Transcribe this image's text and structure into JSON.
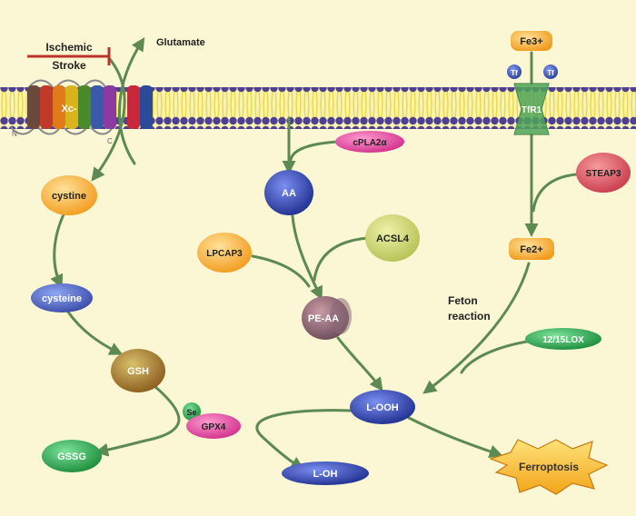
{
  "colors": {
    "background": "#fbf7d4",
    "arrow": "#5d8a52",
    "membrane_head": "#4f3f93",
    "membrane_tail": "#f0e85a",
    "inhibit": "#b8342a"
  },
  "labels": {
    "ischemic": "Ischemic",
    "stroke": "Stroke",
    "glutamate": "Glutamate",
    "xc": "Xc-",
    "tfr1": "TfR1",
    "tf": "Tf",
    "n_term": "N",
    "c_term": "C",
    "fe3": "Fe3+",
    "fe2": "Fe2+",
    "steap3": "STEAP3",
    "cpla2": "cPLA2α",
    "aa": "AA",
    "acsl4": "ACSL4",
    "lpcat3": "LPCAP3",
    "pe_aa": "PE-AA",
    "cystine": "cystine",
    "cysteine": "cysteine",
    "gsh": "GSH",
    "se": "Se",
    "gpx4": "GPX4",
    "gssg": "GSSG",
    "l_ooh": "L-OOH",
    "l_oh": "L-OH",
    "lox": "12/15LOX",
    "feton_1": "Feton",
    "feton_2": "reaction",
    "ferroptosis": "Ferroptosis"
  }
}
